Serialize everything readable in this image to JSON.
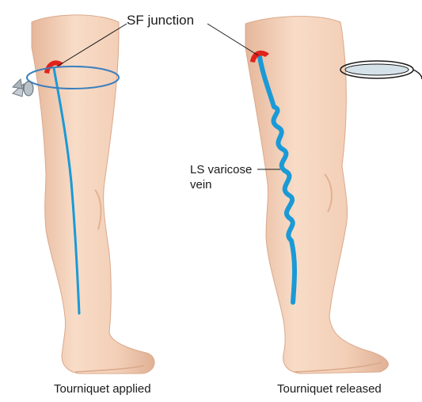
{
  "labels": {
    "sf_junction": "SF junction",
    "ls_varicose_line1": "LS varicose",
    "ls_varicose_line2": "vein",
    "caption_left": "Tourniquet applied",
    "caption_right": "Tourniquet released"
  },
  "colors": {
    "skin": "#f5d4bd",
    "skin_shadow": "#e3b497",
    "vein": "#1a9ad6",
    "junction": "#e0231b",
    "tourniquet": "#3b7fbf"
  },
  "icons": {
    "tourniquet_buckle": "bow-clip-icon",
    "detached_tourniquet": "tourniquet-ring-icon"
  }
}
